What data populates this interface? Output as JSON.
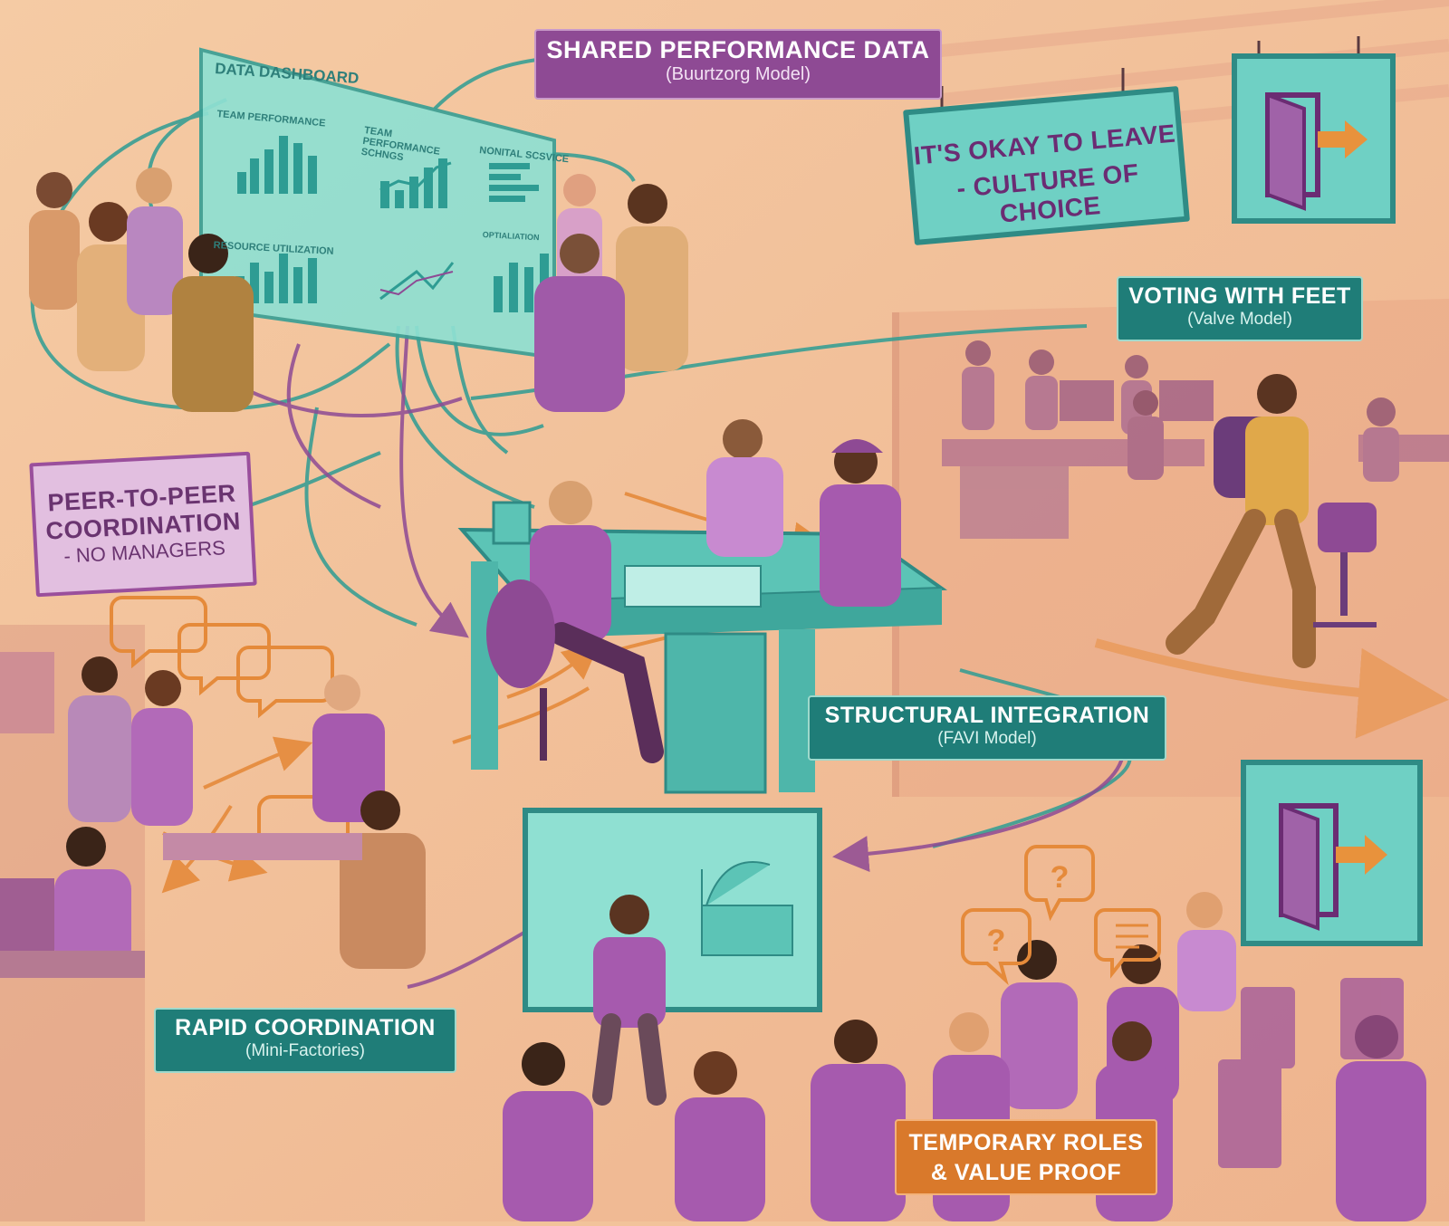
{
  "labels": {
    "shared_data": {
      "title": "SHARED PERFORMANCE DATA",
      "subtitle": "(Buurtzorg Model)"
    },
    "leave_sign": {
      "line1": "IT'S OKAY TO LEAVE",
      "line2": "- CULTURE OF CHOICE"
    },
    "voting": {
      "title": "VOTING WITH FEET",
      "subtitle": "(Valve Model)"
    },
    "peer": {
      "line1": "PEER-TO-PEER",
      "line2": "COORDINATION",
      "line3": "- NO MANAGERS"
    },
    "structural": {
      "title": "STRUCTURAL INTEGRATION",
      "subtitle": "(FAVI Model)"
    },
    "rapid": {
      "title": "RAPID COORDINATION",
      "subtitle": "(Mini-Factories)"
    },
    "temporary": {
      "line1": "TEMPORARY ROLES",
      "line2": "& VALUE PROOF"
    }
  },
  "dashboard": {
    "title": "DATA DASHBOARD",
    "panels": [
      "TEAM PERFORMANCE",
      "TEAM PERFORMANCE SCHNGS",
      "NONITAL SCSVICE",
      "RESOURCE UTILIZATION",
      "OPTIALIATION"
    ]
  },
  "icons": [
    "exit-door-icon",
    "exit-door-icon",
    "speech-bubble-icon",
    "question-bubble-icon"
  ],
  "colors": {
    "background": "#f2c39a",
    "purple": "#8e4a94",
    "teal": "#1f7d78",
    "orange": "#d9792b",
    "screen": "#8fe0d2"
  }
}
